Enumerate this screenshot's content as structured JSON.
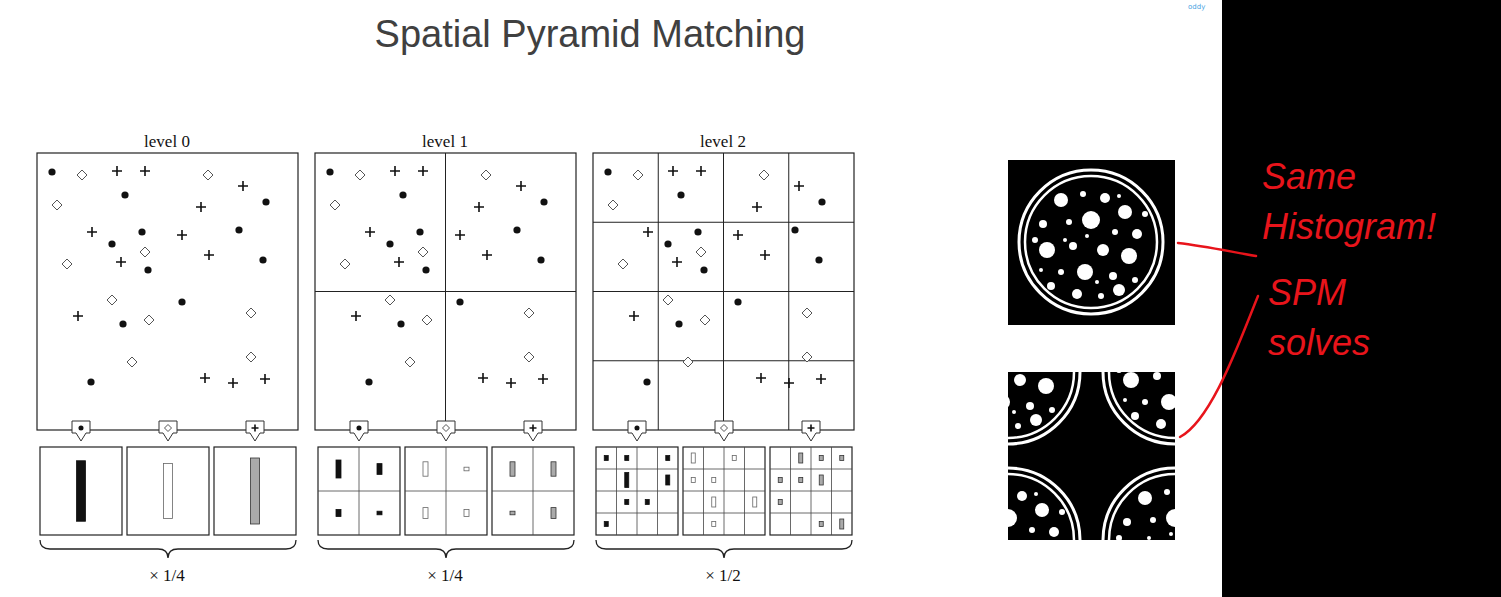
{
  "diagram": {
    "title": "Spatial Pyramid Matching",
    "labels": [
      "level 0",
      "level 1",
      "level 2",
      "× 1/4",
      "× 1/4",
      "× 1/2",
      "Same Histogram!",
      "SPM solves",
      "oddy"
    ]
  }
}
